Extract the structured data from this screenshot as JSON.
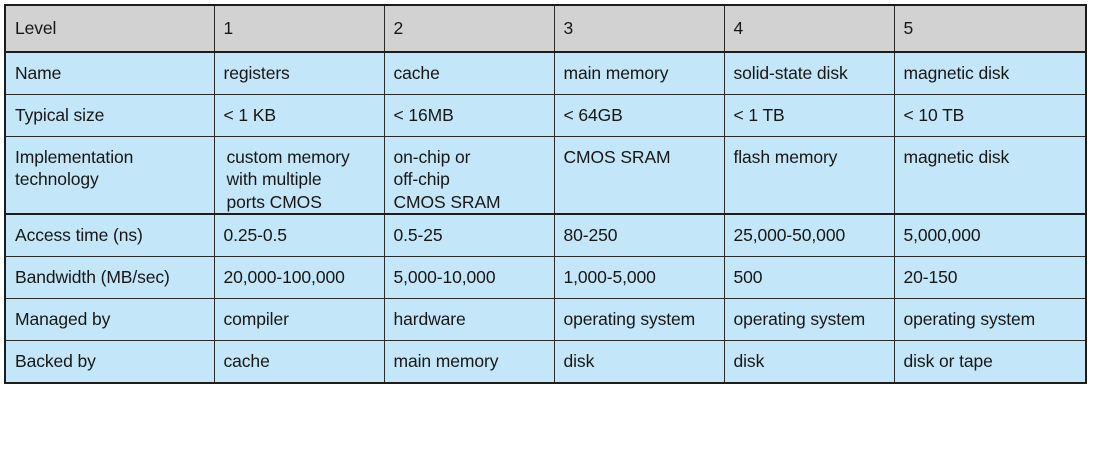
{
  "table": {
    "name": "memory-hierarchy-table",
    "colors": {
      "header_background": "#d2d2d2",
      "cell_background": "#c3e7f9",
      "border": "#2b2b2b",
      "outer_border": "#1c1c1c",
      "text": "#171717",
      "page_background": "#ffffff"
    },
    "header": {
      "row_label": "Level",
      "levels": [
        "1",
        "2",
        "3",
        "4",
        "5"
      ]
    },
    "rows": [
      {
        "label": "Name",
        "cells": [
          [
            "registers"
          ],
          [
            "cache"
          ],
          [
            "main memory"
          ],
          [
            "solid-state disk"
          ],
          [
            "magnetic disk"
          ]
        ]
      },
      {
        "label": "Typical size",
        "cells": [
          [
            "< 1 KB"
          ],
          [
            "< 16MB"
          ],
          [
            "< 64GB"
          ],
          [
            "< 1 TB"
          ],
          [
            "< 10 TB"
          ]
        ]
      },
      {
        "label": "Implementation technology",
        "label_lines": [
          "Implementation",
          "technology"
        ],
        "cells": [
          [
            "custom memory",
            "with multiple",
            "ports CMOS"
          ],
          [
            "on-chip or",
            "off-chip",
            "CMOS SRAM"
          ],
          [
            "CMOS SRAM"
          ],
          [
            "flash memory"
          ],
          [
            "magnetic disk"
          ]
        ]
      },
      {
        "label": "Access time (ns)",
        "cells": [
          [
            "0.25-0.5"
          ],
          [
            "0.5-25"
          ],
          [
            "80-250"
          ],
          [
            "25,000-50,000"
          ],
          [
            "5,000,000"
          ]
        ]
      },
      {
        "label": "Bandwidth (MB/sec)",
        "cells": [
          [
            "20,000-100,000"
          ],
          [
            "5,000-10,000"
          ],
          [
            "1,000-5,000"
          ],
          [
            "500"
          ],
          [
            "20-150"
          ]
        ]
      },
      {
        "label": "Managed by",
        "cells": [
          [
            "compiler"
          ],
          [
            "hardware"
          ],
          [
            "operating system"
          ],
          [
            "operating system"
          ],
          [
            "operating system"
          ]
        ]
      },
      {
        "label": "Backed by",
        "cells": [
          [
            "cache"
          ],
          [
            "main memory"
          ],
          [
            "disk"
          ],
          [
            "disk"
          ],
          [
            "disk or tape"
          ]
        ]
      }
    ]
  }
}
